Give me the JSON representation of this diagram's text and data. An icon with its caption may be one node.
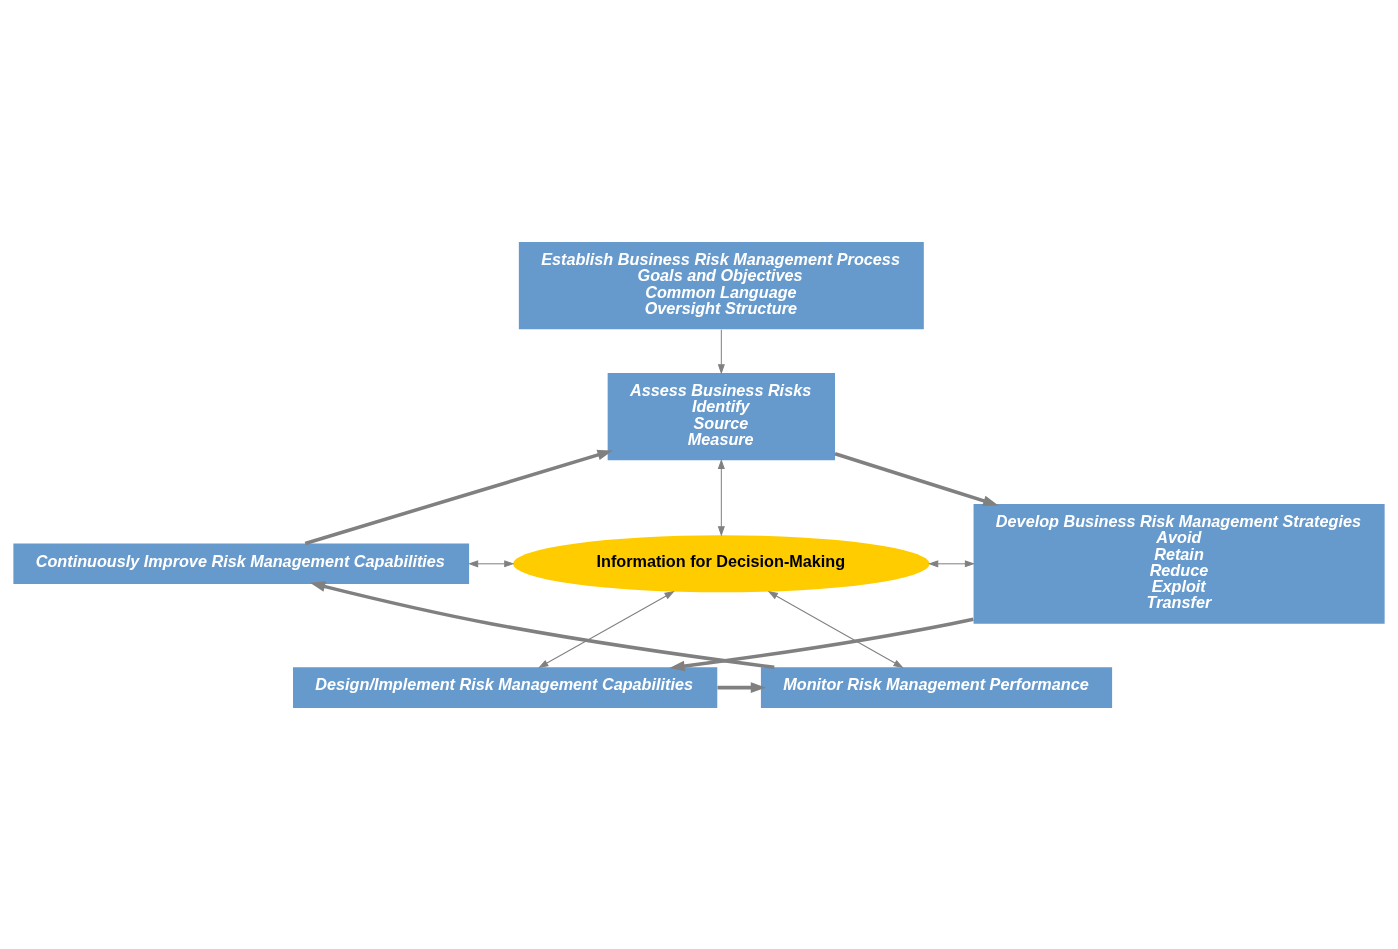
{
  "diagram": {
    "nodes": [
      {
        "text": [
          "Establish Business Risk Management Process",
          "Goals and Objectives",
          "Common Language",
          "Oversight Structure"
        ]
      },
      {
        "text": [
          "Assess Business Risks",
          "Identify",
          "Source",
          "Measure"
        ]
      },
      {
        "text": [
          "Continuously Improve Risk Management Capabilities"
        ]
      },
      {
        "text": [
          "Information for Decision-Making"
        ]
      },
      {
        "text": [
          "Develop Business Risk Management Strategies",
          "Avoid",
          "Retain",
          "Reduce",
          "Exploit",
          "Transfer"
        ]
      },
      {
        "text": [
          "Monitor Risk Management Performance"
        ]
      },
      {
        "text": [
          "Design/Implement Risk Management Capabilities"
        ]
      }
    ],
    "edges": [
      {
        "from": 0,
        "to": 1,
        "arrow": "to"
      },
      {
        "from": 1,
        "to": 4,
        "arrow": "to",
        "style": "thick"
      },
      {
        "from": 4,
        "to": 6,
        "arrow": "to",
        "style": "thick"
      },
      {
        "from": 6,
        "to": 5,
        "arrow": "to",
        "style": "thick"
      },
      {
        "from": 5,
        "to": 2,
        "arrow": "to",
        "style": "thick"
      },
      {
        "from": 2,
        "to": 1,
        "arrow": "to",
        "style": "thick"
      },
      {
        "from": 1,
        "to": 3,
        "arrow": "both"
      },
      {
        "from": 2,
        "to": 3,
        "arrow": "both"
      },
      {
        "from": 3,
        "to": 4,
        "arrow": "both"
      },
      {
        "from": 5,
        "to": 3,
        "arrow": "both"
      },
      {
        "from": 3,
        "to": 6,
        "arrow": "both"
      }
    ]
  }
}
